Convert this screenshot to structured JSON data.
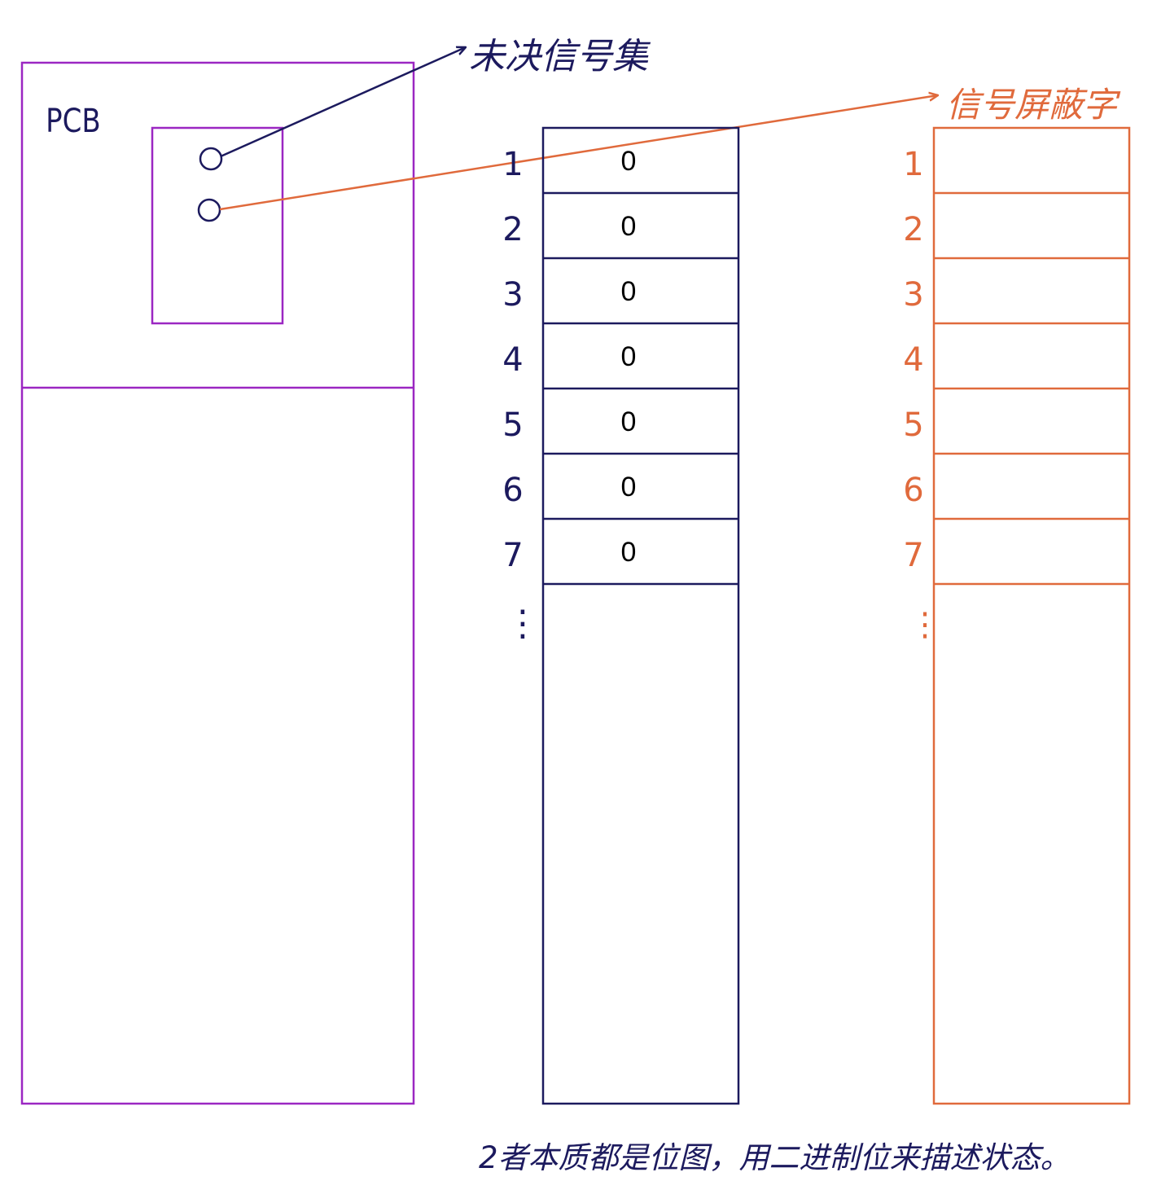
{
  "colors": {
    "pcb": "#9b27c2",
    "pending": "#1c1a5e",
    "mask": "#e06a3c"
  },
  "pcb": {
    "label": "PCB"
  },
  "pending_set": {
    "title": "未决信号集",
    "row_numbers": [
      "1",
      "2",
      "3",
      "4",
      "5",
      "6",
      "7"
    ],
    "values": [
      "0",
      "0",
      "0",
      "0",
      "0",
      "0",
      "0"
    ],
    "ellipsis": "⋮"
  },
  "signal_mask": {
    "title": "信号屏蔽字",
    "row_numbers": [
      "1",
      "2",
      "3",
      "4",
      "5",
      "6",
      "7"
    ],
    "ellipsis": "⋮"
  },
  "footnote": "2者本质都是位图，用二进制位来描述状态。"
}
